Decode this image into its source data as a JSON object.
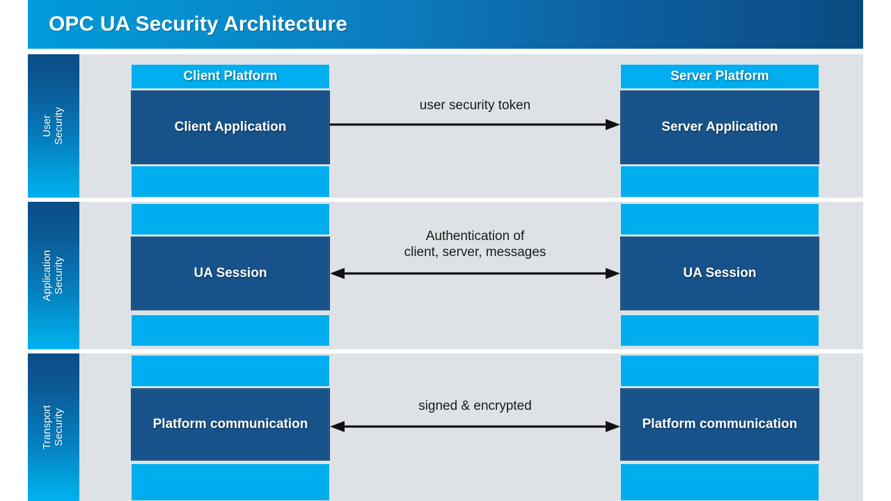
{
  "header": {
    "title": "OPC UA Security Architecture",
    "gradient_from": "#009bdb",
    "gradient_to": "#0a4c82"
  },
  "palette": {
    "background": "#dee2e6",
    "light_blue": "#00aeef",
    "dark_blue": "#17538a",
    "band_top": "#0b4d87",
    "band_bottom": "#00b0ef",
    "arrow": "#111111"
  },
  "tiers": [
    {
      "line1": "User",
      "line2": "Security"
    },
    {
      "line1": "Application",
      "line2": "Security"
    },
    {
      "line1": "Transport",
      "line2": "Security"
    }
  ],
  "columns": {
    "client": {
      "platform_label": "Client Platform",
      "cells": [
        "Client Application",
        "UA Session",
        "Platform\ncommunication"
      ]
    },
    "server": {
      "platform_label": "Server Platform",
      "cells": [
        "Server Application",
        "UA Session",
        "Platform\ncommunication"
      ]
    }
  },
  "connections": [
    {
      "label": "user security token",
      "direction": "right"
    },
    {
      "label": "Authentication of\nclient, server, messages",
      "direction": "both"
    },
    {
      "label": "signed & encrypted",
      "direction": "both"
    }
  ]
}
